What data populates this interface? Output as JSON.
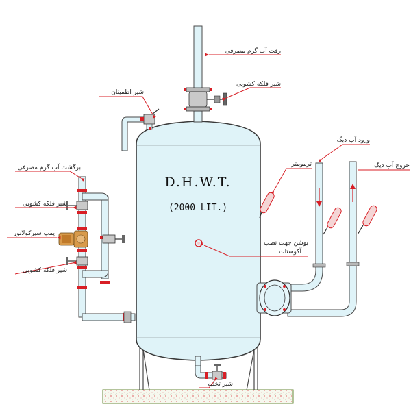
{
  "colors": {
    "pipe_fill": "#dff3f8",
    "pipe_stroke": "#4a4a4a",
    "red": "#d81f26",
    "flange": "#b8b8b8",
    "pump": "#d89a4a",
    "hatch": "#f2b6b6",
    "slab": "#f6f8ee"
  },
  "tank": {
    "title": "D.H.W.T.",
    "capacity": "(2000 LIT.)"
  },
  "labels": {
    "hot_water_supply": "رفت آب گرم مصرفی",
    "gate_valve_top": "شیر فلکه کشویی",
    "safety_valve": "شیر اطمینان",
    "thermometer": "ترمومتر",
    "boiler_inlet": "ورود آب دیگ",
    "boiler_outlet": "خروج آب دیگ",
    "hot_water_return": "برگشت آب گرم مصرفی",
    "gate_valve_1": "شیر فلکه کشویی",
    "circulator_pump": "پمپ سیرکولاتور",
    "gate_valve_2": "شیر فلکه کشویی",
    "aquastat_1": "بوشن جهت نصب",
    "aquastat_2": "آکوستات",
    "drain_valve": "شیر تخلیه"
  },
  "icons": {
    "arrow_down": "arrow-down-icon",
    "arrow_up": "arrow-up-icon",
    "thermometer": "thermometer-icon",
    "pump": "pump-icon",
    "valve": "valve-icon"
  }
}
